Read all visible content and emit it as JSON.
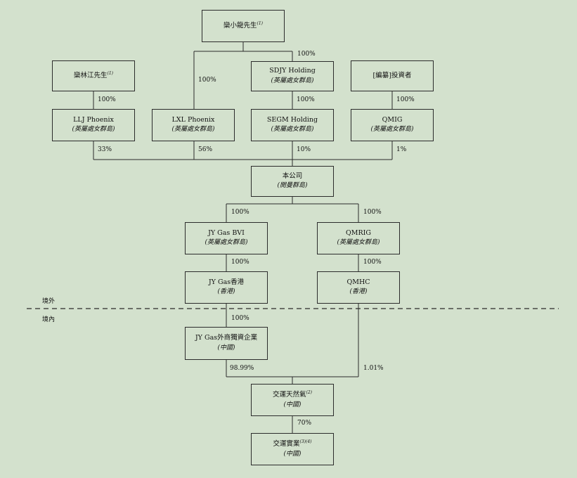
{
  "nodes": {
    "luan_xiaolong": {
      "name": "欒小龍先生",
      "sup": "(1)",
      "sub": ""
    },
    "luan_linjiang": {
      "name": "欒林江先生",
      "sup": "(1)",
      "sub": ""
    },
    "sdjy": {
      "name": "SDJY Holding",
      "sup": "",
      "sub": "(英屬處女群島)"
    },
    "investor": {
      "name": "[編纂]投資者",
      "sup": "",
      "sub": ""
    },
    "llj": {
      "name": "LLJ Phoenix",
      "sup": "",
      "sub": "(英屬處女群島)"
    },
    "lxl": {
      "name": "LXL Phoenix",
      "sup": "",
      "sub": "(英屬處女群島)"
    },
    "segm": {
      "name": "SEGM Holding",
      "sup": "",
      "sub": "(英屬處女群島)"
    },
    "qmig": {
      "name": "QMIG",
      "sup": "",
      "sub": "(英屬處女群島)"
    },
    "company": {
      "name": "本公司",
      "sup": "",
      "sub": "(開曼群島)"
    },
    "jygas_bvi": {
      "name": "JY Gas BVI",
      "sup": "",
      "sub": "(英屬處女群島)"
    },
    "qmrig": {
      "name": "QMRIG",
      "sup": "",
      "sub": "(英屬處女群島)"
    },
    "jygas_hk": {
      "name": "JY Gas香港",
      "sup": "",
      "sub": "(香港)"
    },
    "qmhc": {
      "name": "QMHC",
      "sup": "",
      "sub": "(香港)"
    },
    "jygas_wfoe": {
      "name": "JY Gas外商獨資企業",
      "sup": "",
      "sub": "(中國)"
    },
    "jiaoyun_gas": {
      "name": "交運天然氣",
      "sup": "(2)",
      "sub": "(中國)"
    },
    "jiaoyun_industry": {
      "name": "交運實業",
      "sup": "(3)(4)",
      "sub": "(中國)"
    }
  },
  "percentages": {
    "xl_to_lxl": "100%",
    "xl_to_sdjy": "100%",
    "lj_to_llj": "100%",
    "sdjy_to_segm": "100%",
    "inv_to_qmig": "100%",
    "llj_to_co": "33%",
    "lxl_to_co": "56%",
    "segm_to_co": "10%",
    "qmig_to_co": "1%",
    "co_to_bvi": "100%",
    "co_to_qmrig": "100%",
    "bvi_to_hk": "100%",
    "qmrig_to_qmhc": "100%",
    "hk_to_wfoe": "100%",
    "wfoe_to_gas": "98.99%",
    "qmhc_to_gas": "1.01%",
    "gas_to_industry": "70%"
  },
  "regions": {
    "offshore": "境外",
    "onshore": "境內"
  },
  "colors": {
    "background": "#d3e1cd",
    "line": "#2b2b2b"
  }
}
